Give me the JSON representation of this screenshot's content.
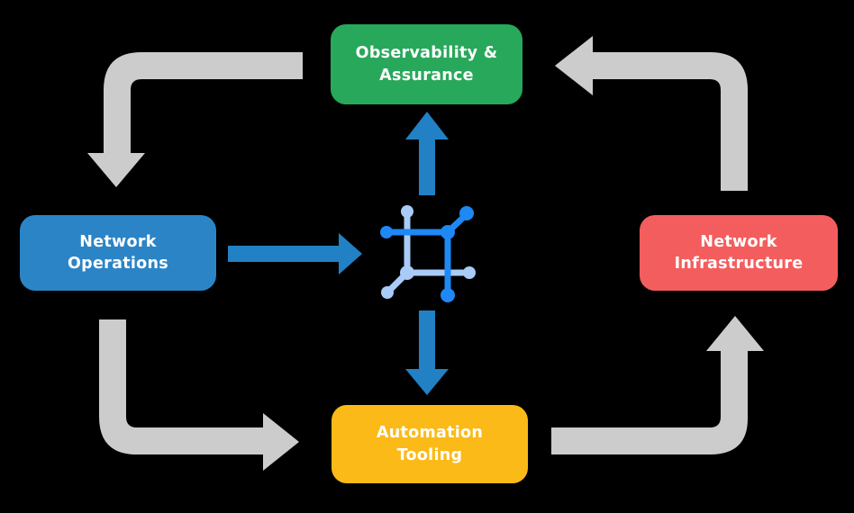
{
  "canvas": {
    "background": "#000000"
  },
  "nodes": {
    "observability": {
      "line1": "Observability &",
      "line2": "Assurance",
      "color": "#28A85A"
    },
    "operations": {
      "line1": "Network",
      "line2": "Operations",
      "color": "#2B84C6"
    },
    "infrastructure": {
      "line1": "Network",
      "line2": "Infrastructure",
      "color": "#F45D5D"
    },
    "automation": {
      "line1": "Automation",
      "line2": "Tooling",
      "color": "#FBBA17"
    }
  },
  "arrows": {
    "gray": {
      "color": "#CCCCCC",
      "flows": [
        "observability-assurance -> network-operations",
        "network-operations -> automation-tooling",
        "automation-tooling -> network-infrastructure",
        "network-infrastructure -> observability-assurance"
      ]
    },
    "blue": {
      "color": "#2181C4",
      "flows": [
        "network-operations -> center-icon",
        "center-icon -> observability-assurance",
        "center-icon -> automation-tooling"
      ]
    }
  },
  "center_icon": {
    "name": "network-mesh-icon",
    "colors": {
      "dark": "#1E88F5",
      "light": "#A9CBF8"
    }
  }
}
